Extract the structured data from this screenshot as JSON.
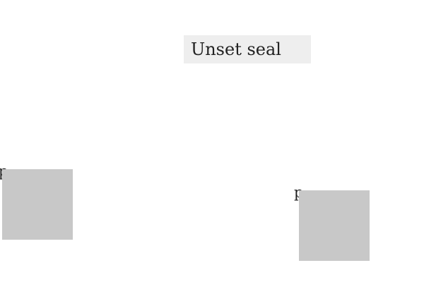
{
  "seal_button": {
    "label": "Unset seal"
  },
  "items": [
    {
      "label": "p"
    },
    {
      "label": "p"
    }
  ],
  "colors": {
    "button_background": "#eeeeee",
    "box_fill": "#c8c8c8"
  }
}
